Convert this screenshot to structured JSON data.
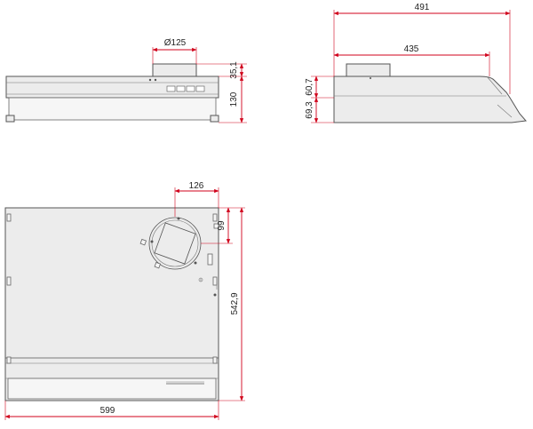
{
  "dimensions": {
    "front_outlet_diameter": "Ø125",
    "front_collar_height": "35,1",
    "front_body_height": "130",
    "side_total_depth": "491",
    "side_upper_depth": "435",
    "side_upper_height": "60,7",
    "side_lower_height": "69,3",
    "top_outlet_offset": "126",
    "top_outlet_depth": "99",
    "top_width": "599",
    "top_depth": "542,9"
  },
  "colors": {
    "dimension": "#d0021b",
    "outline": "#555555",
    "fill": "#ececec"
  }
}
